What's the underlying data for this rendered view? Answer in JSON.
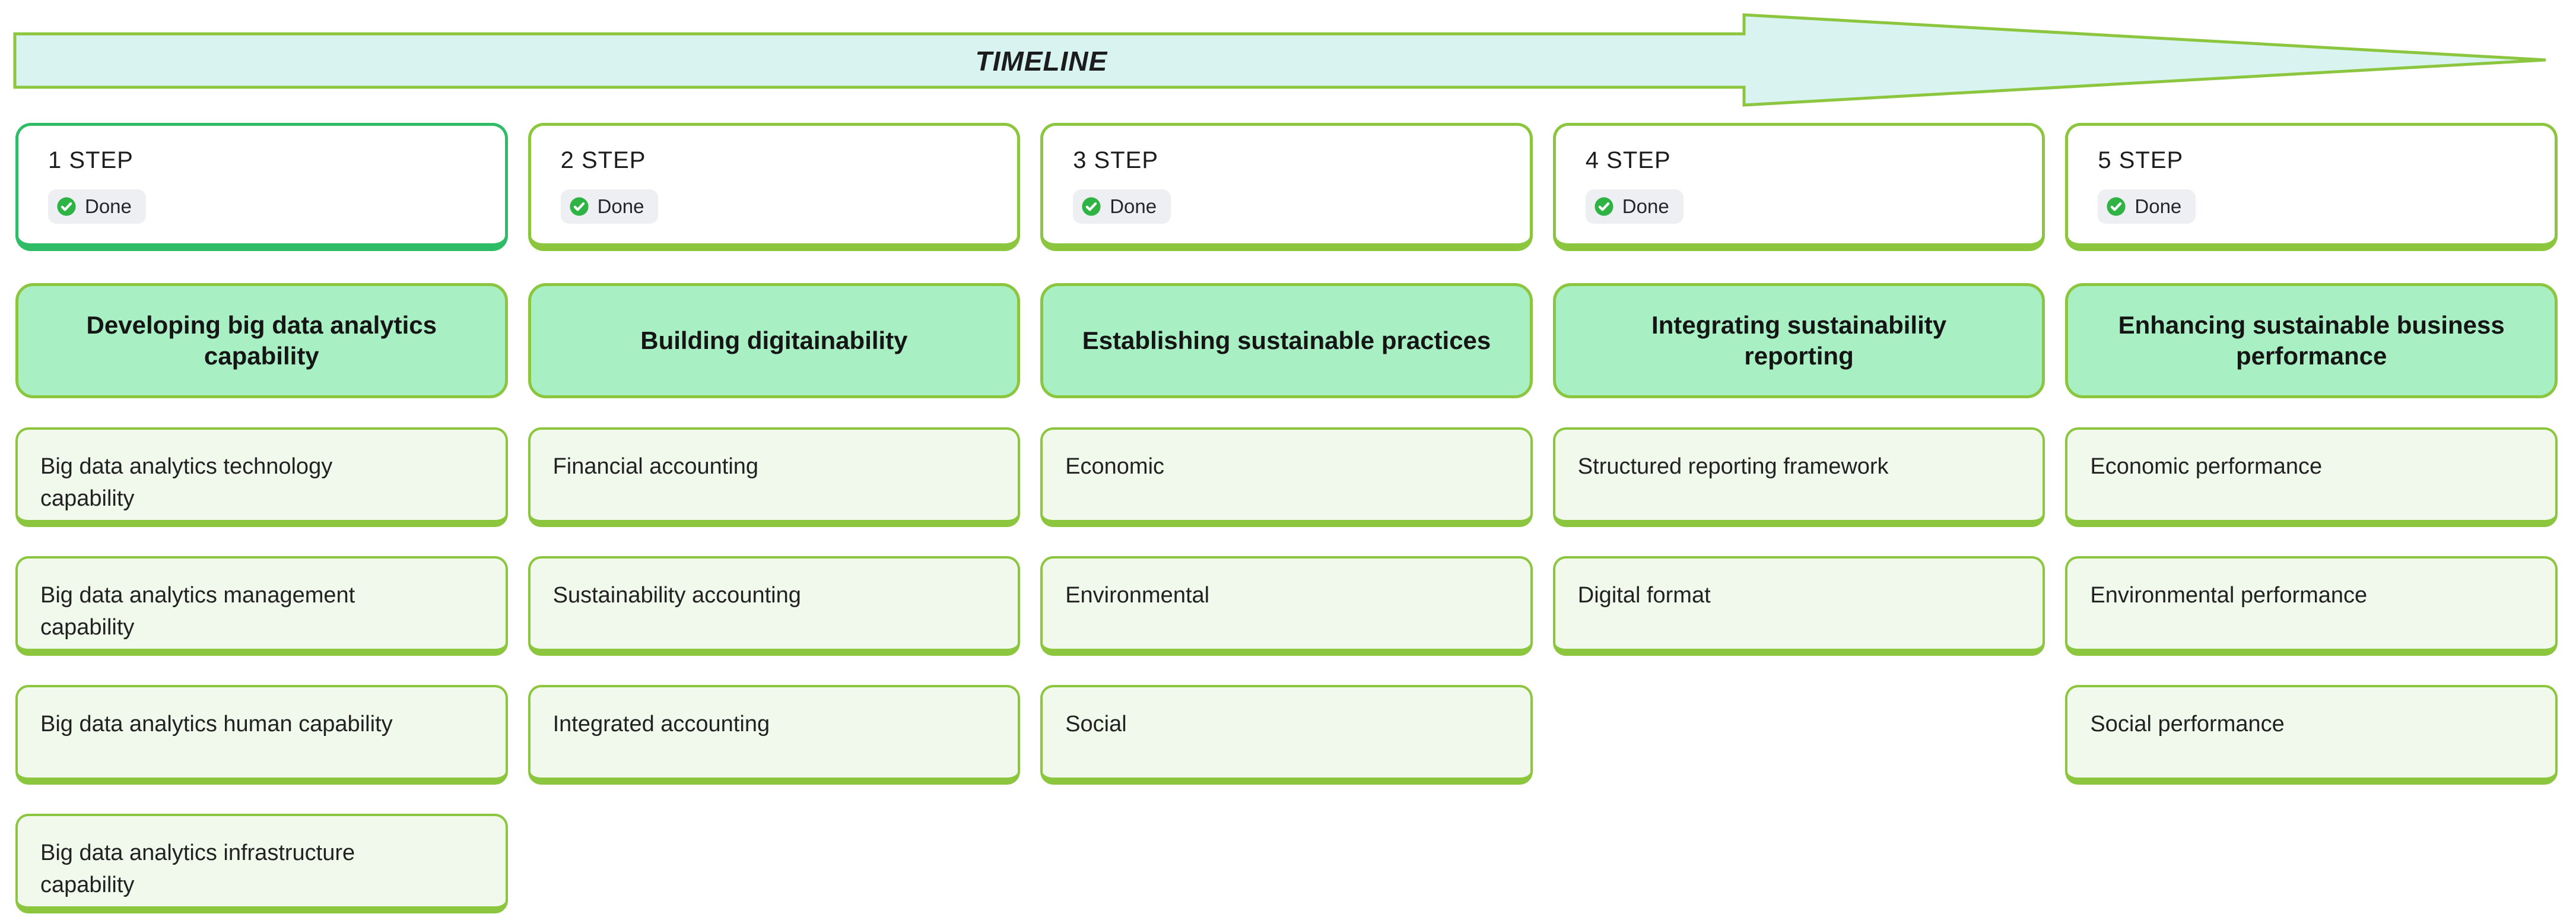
{
  "timeline": {
    "label": "TIMELINE"
  },
  "columns": [
    {
      "step": "1 STEP",
      "status": "Done",
      "header": "Developing big data analytics capability",
      "items": [
        "Big data analytics technology capability",
        "Big data analytics management capability",
        "Big data analytics human capability",
        "Big data analytics infrastructure capability"
      ]
    },
    {
      "step": "2 STEP",
      "status": "Done",
      "header": "Building digitainability",
      "items": [
        "Financial accounting",
        "Sustainability accounting",
        "Integrated accounting"
      ]
    },
    {
      "step": "3 STEP",
      "status": "Done",
      "header": "Establishing sustainable practices",
      "items": [
        "Economic",
        "Environmental",
        "Social"
      ]
    },
    {
      "step": "4 STEP",
      "status": "Done",
      "header": "Integrating sustainability reporting",
      "items": [
        "Structured reporting framework",
        "Digital format"
      ]
    },
    {
      "step": "5 STEP",
      "status": "Done",
      "header": "Enhancing sustainable business performance",
      "items": [
        "Economic performance",
        "Environmental performance",
        "Social performance"
      ]
    }
  ],
  "icons": {
    "status_icon": "check-circle-icon"
  },
  "colors": {
    "accent_green": "#8CC63F",
    "step1_border": "#2EBD66",
    "header_bg": "#A9EFC4",
    "item_bg": "#F1F9EC",
    "timeline_fill": "#D8F3F0",
    "badge_bg": "#EDEFF3",
    "check_green": "#2FB344",
    "text_dark": "#1F1F1F"
  }
}
